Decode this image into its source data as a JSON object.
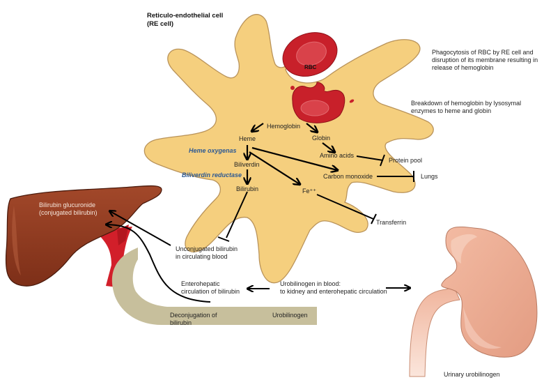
{
  "cell": {
    "title_line1": "Reticulo-endothelial cell",
    "title_line2": "(RE cell)",
    "rbc_label": "RBC"
  },
  "annotations": {
    "phagocytosis_line1": "Phagocytosis of RBC by RE cell and",
    "phagocytosis_line2": "disruption of its membrane resulting in",
    "phagocytosis_line3": "release of hemoglobin",
    "breakdown_line1": "Breakdown of hemoglobin by lysosymal",
    "breakdown_line2": "enzymes to heme and globin"
  },
  "pathway": {
    "hemoglobin": "Hemoglobin",
    "heme": "Heme",
    "globin": "Globin",
    "amino_acids": "Amino acids",
    "protein_pool": "Protein pool",
    "heme_oxygenase": "Heme oxygenas",
    "biliverdin": "Biliverdin",
    "biliverdin_reductase": "Biliverdin reductase",
    "bilirubin": "Bilirubin",
    "carbon_monoxide": "Carbon monoxide",
    "lungs": "Lungs",
    "iron": "Fe⁺⁺",
    "transferrin": "Transferrin"
  },
  "liver": {
    "label_line1": "Bilirubin glucuronide",
    "label_line2": "(conjugated bilirubin)"
  },
  "circulation": {
    "unconjugated_line1": "Unconjugated  bilirubin",
    "unconjugated_line2": "in circulating blood",
    "enterohepatic_line1": "Enterohepatic",
    "enterohepatic_line2": "circulation of  bilirubin",
    "urobilinogen_blood_line1": "Urobilinogen in blood:",
    "urobilinogen_blood_line2": "to kidney and enterohepatic circulation"
  },
  "intestine": {
    "deconjugation_line1": "Deconjugation of",
    "deconjugation_line2": "bilirubin",
    "urobilinogen": "Urobilinogen"
  },
  "kidney": {
    "label": "Urinary urobilinogen"
  },
  "colors": {
    "cell_fill": "#f5cf7e",
    "cell_stroke": "#b9935a",
    "rbc": "#c8202a",
    "liver": "#8e3a1f",
    "vessel": "#d21f2a",
    "intestine": "#c6bd9a",
    "kidney": "#eba88c",
    "enzyme_text": "#2e5a93"
  }
}
